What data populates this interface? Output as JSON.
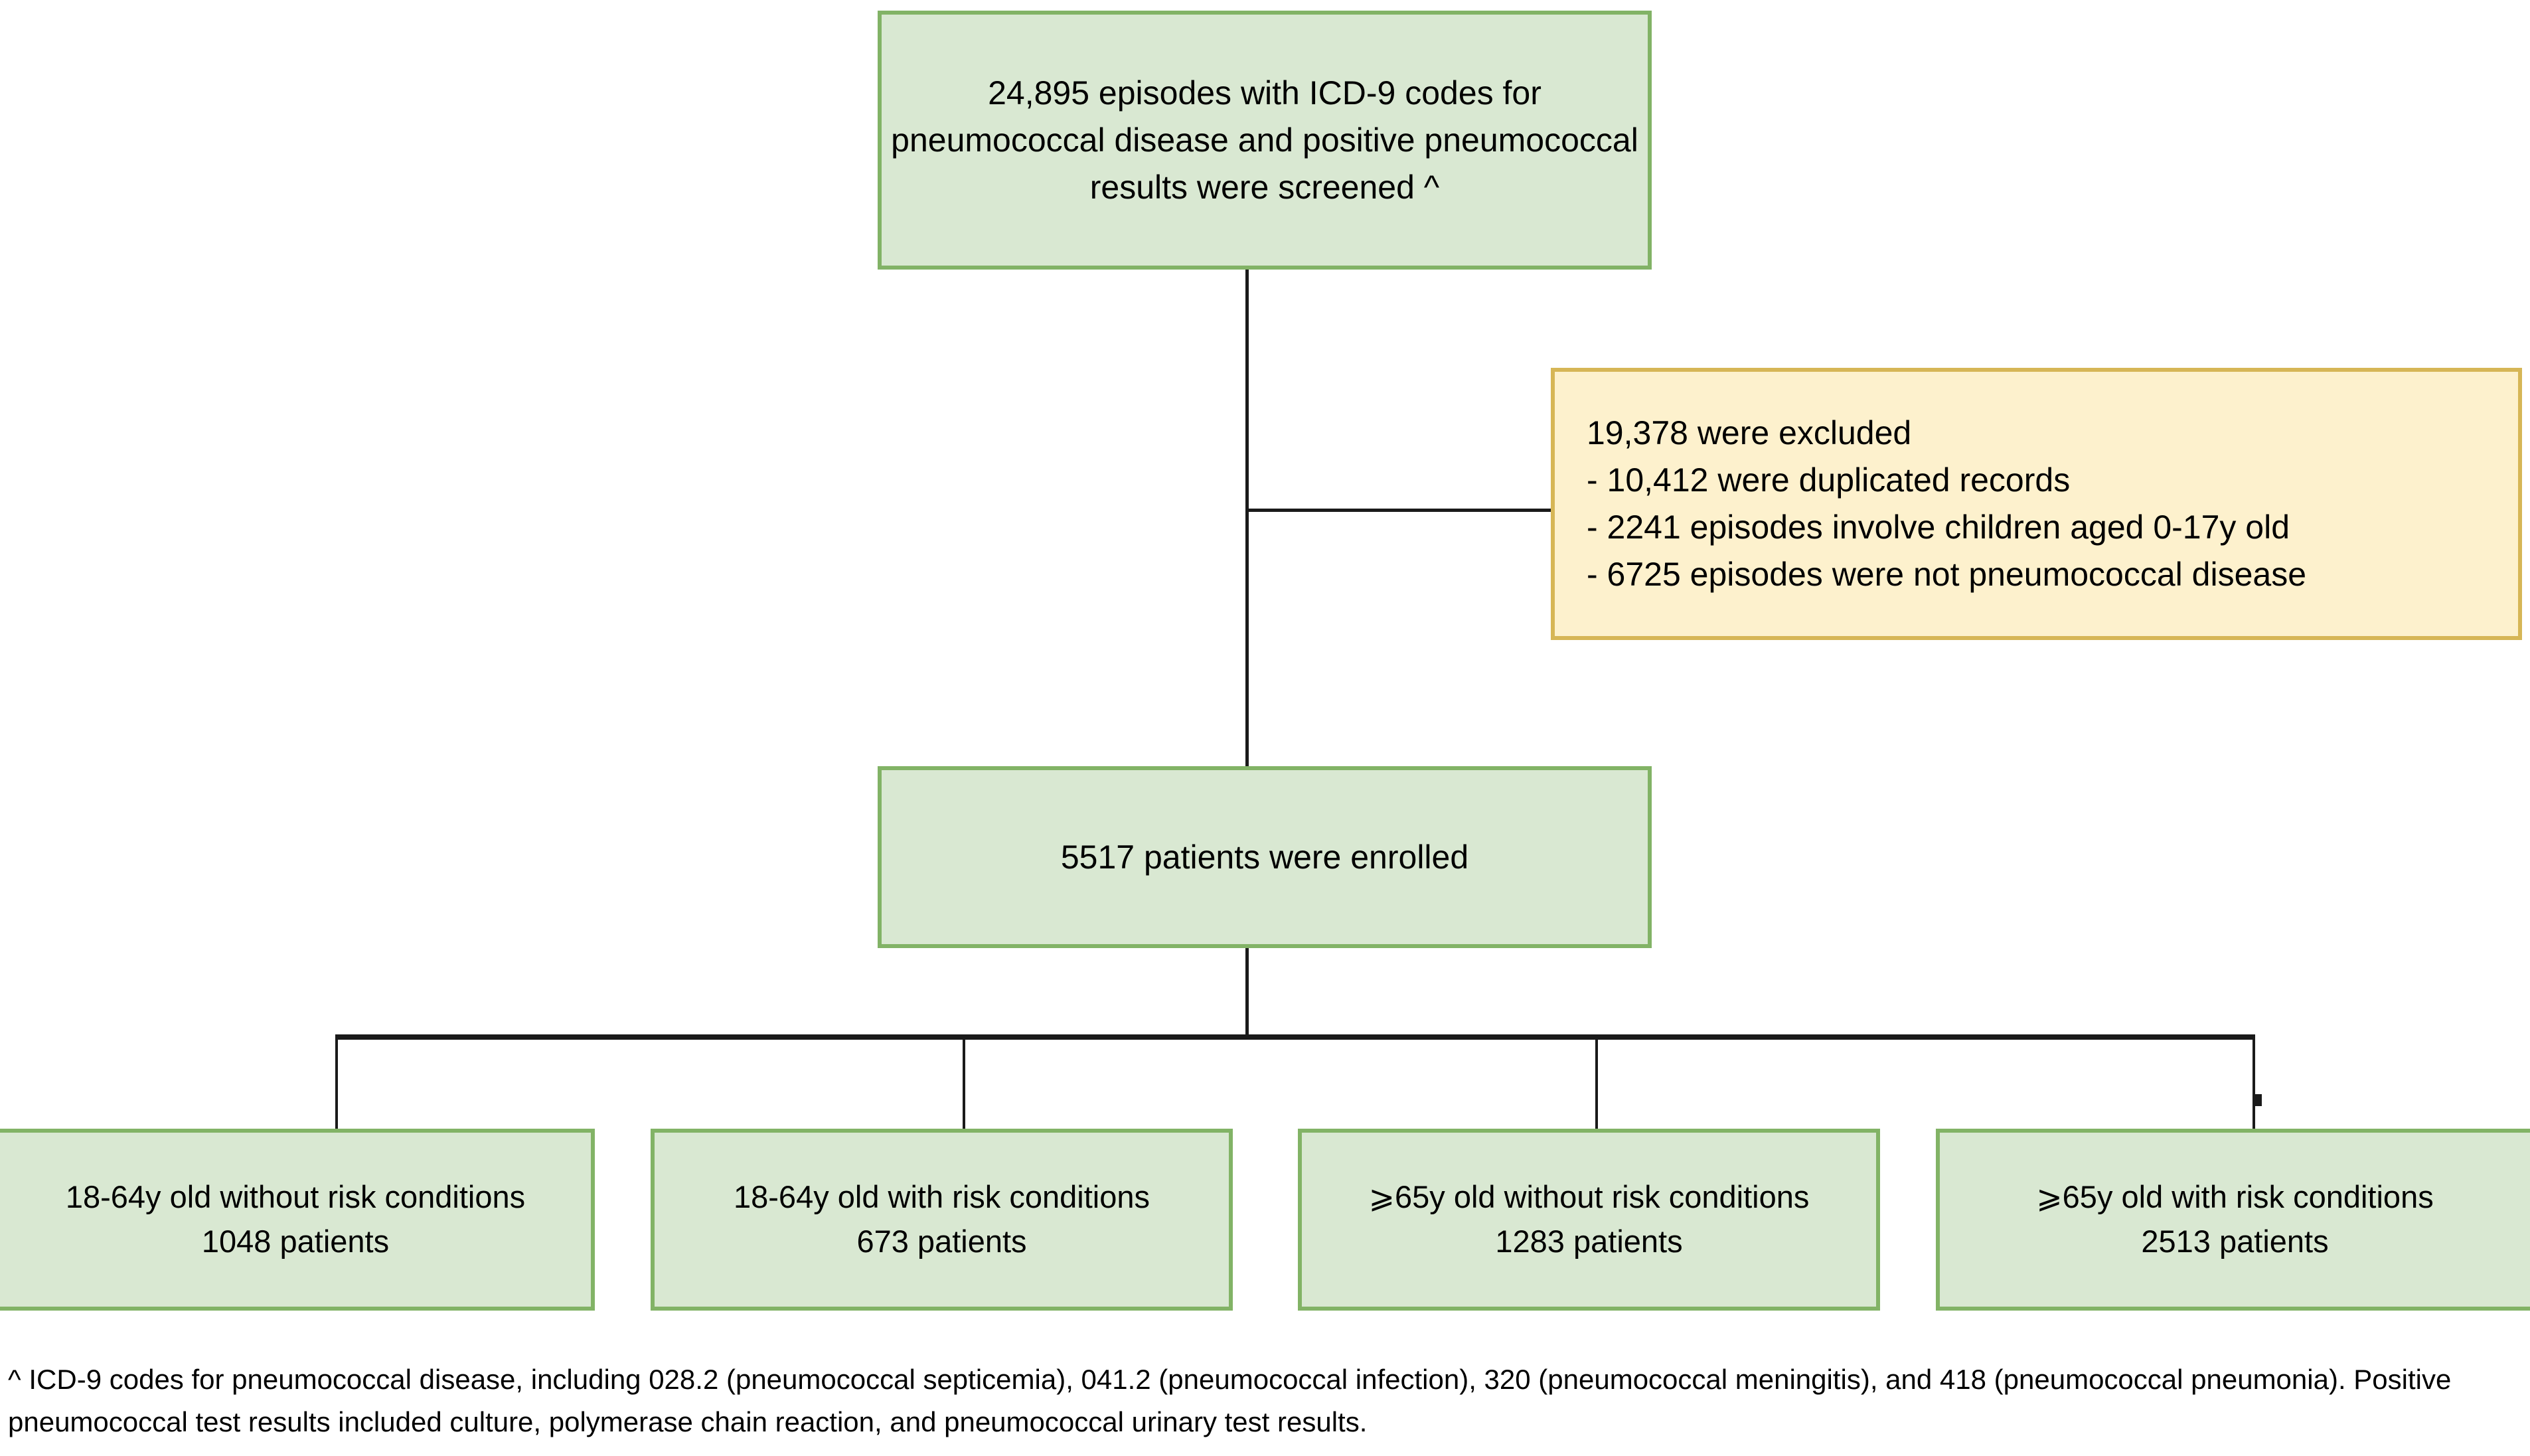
{
  "diagram": {
    "title": "Pneumococcal disease study enrollment flow",
    "colors": {
      "green_fill": "#d9e8d2",
      "green_border": "#82b366",
      "yellow_fill": "#fdf1cd",
      "yellow_border": "#d6b656",
      "connector": "#1a1a1a",
      "text": "#000000"
    }
  },
  "nodes": {
    "screened": {
      "text": "24,895 episodes with ICD-9 codes for pneumococcal disease and positive pneumococcal results were screened ^",
      "count": 24895
    },
    "excluded": {
      "text": "19,378 were excluded\n- 10,412 were duplicated records\n- 2241 episodes involve children aged 0-17y old\n- 6725 episodes were not pneumococcal disease",
      "headline": "19,378 were excluded",
      "count": 19378,
      "reasons": [
        {
          "label": "- 10,412 were duplicated records",
          "count": 10412
        },
        {
          "label": "- 2241 episodes involve children aged 0-17y old",
          "count": 2241
        },
        {
          "label": "- 6725 episodes were not pneumococcal disease",
          "count": 6725
        }
      ]
    },
    "enrolled": {
      "text": "5517 patients were enrolled",
      "count": 5517
    },
    "groups": [
      {
        "text": "18-64y old without risk conditions\n1048 patients",
        "label": "18-64y old without risk conditions",
        "count": 1048
      },
      {
        "text": "18-64y old with risk conditions\n673 patients",
        "label": "18-64y old with risk conditions",
        "count": 673
      },
      {
        "text": "⩾65y old without risk conditions\n1283 patients",
        "label": "⩾65y old without risk conditions",
        "count": 1283
      },
      {
        "text": "⩾65y old with risk conditions\n2513 patients",
        "label": "⩾65y old with risk conditions",
        "count": 2513
      }
    ]
  },
  "footnote": {
    "text": "^ ICD-9 codes for pneumococcal disease, including 028.2 (pneumococcal septicemia), 041.2 (pneumococcal infection), 320 (pneumococcal meningitis), and 418 (pneumococcal pneumonia). Positive pneumococcal test results included culture, polymerase chain reaction, and pneumococcal urinary test results."
  }
}
